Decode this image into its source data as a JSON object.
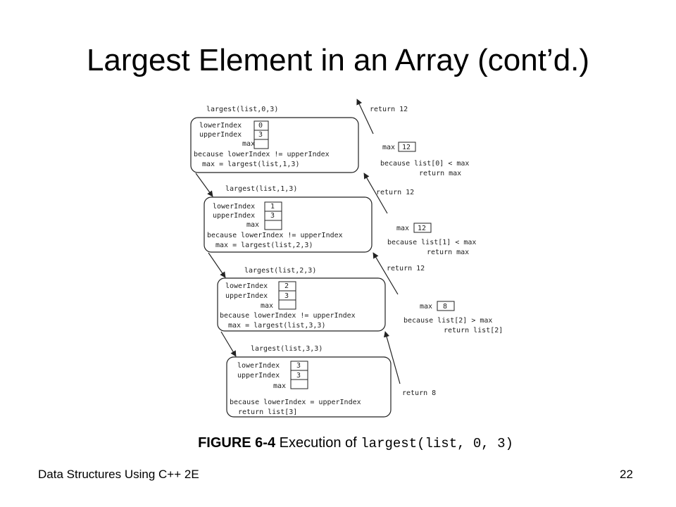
{
  "title": "Largest Element in an Array (cont’d.)",
  "figure": {
    "frames": [
      {
        "call": "largest(list,0,3)",
        "rows": [
          {
            "label": "lowerIndex",
            "value": "0"
          },
          {
            "label": "upperIndex",
            "value": "3"
          },
          {
            "label": "max",
            "value": ""
          }
        ],
        "line1": "because lowerIndex != upperIndex",
        "line2": "max = largest(list,1,3)"
      },
      {
        "call": "largest(list,1,3)",
        "rows": [
          {
            "label": "lowerIndex",
            "value": "1"
          },
          {
            "label": "upperIndex",
            "value": "3"
          },
          {
            "label": "max",
            "value": ""
          }
        ],
        "line1": "because lowerIndex != upperIndex",
        "line2": "max = largest(list,2,3)"
      },
      {
        "call": "largest(list,2,3)",
        "rows": [
          {
            "label": "lowerIndex",
            "value": "2"
          },
          {
            "label": "upperIndex",
            "value": "3"
          },
          {
            "label": "max",
            "value": ""
          }
        ],
        "line1": "because lowerIndex != upperIndex",
        "line2": "max = largest(list,3,3)"
      },
      {
        "call": "largest(list,3,3)",
        "rows": [
          {
            "label": "lowerIndex",
            "value": "3"
          },
          {
            "label": "upperIndex",
            "value": "3"
          },
          {
            "label": "max",
            "value": ""
          }
        ],
        "line1": "because lowerIndex = upperIndex",
        "line2": "return list[3]"
      }
    ],
    "returns": [
      {
        "label": "return 12",
        "max_label": "max",
        "max_value": "12",
        "reason1": "because list[0] < max",
        "reason2": "return max"
      },
      {
        "label": "return 12",
        "max_label": "max",
        "max_value": "12",
        "reason1": "because list[1] < max",
        "reason2": "return max"
      },
      {
        "label": "return 12",
        "max_label": "max",
        "max_value": "8",
        "reason1": "because list[2] > max",
        "reason2": "return list[2]"
      },
      {
        "label": "return 8"
      }
    ]
  },
  "caption": {
    "prefix": "FIGURE 6-4",
    "text": " Execution of ",
    "code": "largest(list, 0, 3)"
  },
  "footer": {
    "left": "Data Structures Using C++ 2E",
    "right": "22"
  }
}
